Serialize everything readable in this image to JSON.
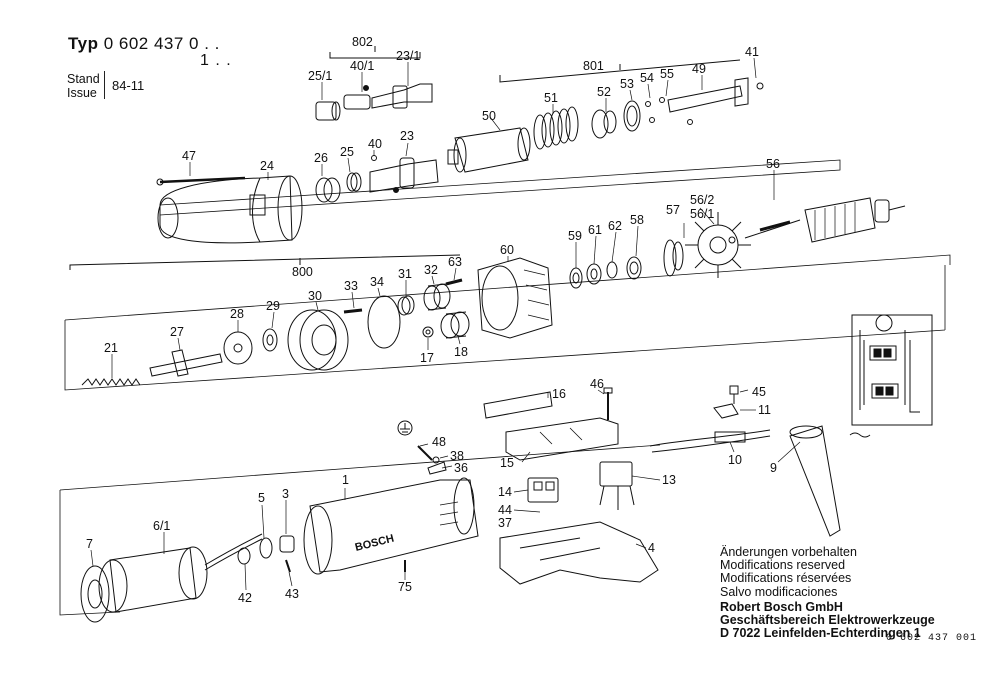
{
  "header": {
    "typ_label": "Typ",
    "typ_number": "0 602 437 0 . .",
    "typ_variant": "1 . .",
    "stand_label": "Stand",
    "issue_label": "Issue",
    "stand_value": "84-11"
  },
  "footer": {
    "lines": [
      "Änderungen vorbehalten",
      "Modifications reserved",
      "Modifications réservées",
      "Salvo modificaciones"
    ],
    "company": [
      "Robert Bosch GmbH",
      "Geschäftsbereich Elektrowerkzeuge",
      "D 7022 Leinfelden-Echterdingen 1"
    ],
    "doc_number": "0 602 437 001"
  },
  "brand": "BOSCH",
  "part_labels": {
    "p802": "802",
    "p25_1": "25/1",
    "p40_1": "40/1",
    "p23_1": "23/1",
    "p801": "801",
    "p41": "41",
    "p53": "53",
    "p54": "54",
    "p55": "55",
    "p49": "49",
    "p51": "51",
    "p52": "52",
    "p50": "50",
    "p47": "47",
    "p24": "24",
    "p26": "26",
    "p25": "25",
    "p40": "40",
    "p23": "23",
    "p56": "56",
    "p56_2": "56/2",
    "p56_1": "56/1",
    "p57": "57",
    "p58": "58",
    "p62": "62",
    "p61": "61",
    "p59": "59",
    "p60": "60",
    "p800": "800",
    "p63": "63",
    "p32": "32",
    "p31": "31",
    "p34": "34",
    "p33": "33",
    "p30": "30",
    "p29": "29",
    "p28": "28",
    "p27": "27",
    "p21": "21",
    "p17": "17",
    "p18": "18",
    "p16": "16",
    "p46": "46",
    "p45": "45",
    "p11": "11",
    "p15": "15",
    "p10": "10",
    "p9": "9",
    "p48": "48",
    "p38": "38",
    "p36": "36",
    "p1": "1",
    "p14": "14",
    "p13": "13",
    "p44": "44",
    "p37": "37",
    "p4": "4",
    "p5": "5",
    "p3": "3",
    "p6_1": "6/1",
    "p7": "7",
    "p42": "42",
    "p43": "43",
    "p75": "75"
  },
  "colors": {
    "ink": "#111111",
    "paper": "#ffffff"
  }
}
